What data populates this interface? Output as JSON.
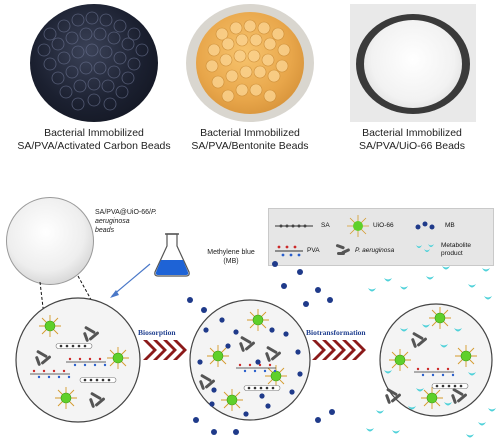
{
  "photos": [
    {
      "caption_line1": "Bacterial Immobilized",
      "caption_line2": "SA/PVA/Activated Carbon Beads",
      "color": "#1b2030"
    },
    {
      "caption_line1": "Bacterial Immobilized",
      "caption_line2": "SA/PVA/Bentonite Beads",
      "color": "#e8a64a"
    },
    {
      "caption_line1": "Bacterial Immobilized",
      "caption_line2": "SA/PVA/UiO-66 Beads",
      "color": "#f2f2f2"
    }
  ],
  "diagram": {
    "beads_label_prefix": "SA/PVA@UiO-66/",
    "beads_label_italic": "P. aeruginosa",
    "beads_label_suffix": "beads",
    "mb_label_line1": "Methylene blue",
    "mb_label_line2": "(MB)",
    "step1": "Biosorption",
    "step2": "Biotransformation"
  },
  "legend": {
    "sa": "SA",
    "uio": "UiO-66",
    "mb": "MB",
    "pva": "PVA",
    "pa": "P. aeruginosa",
    "metabolite_line1": "Metabolite",
    "metabolite_line2": "product"
  },
  "colors": {
    "mb_dot": "#1f3a8a",
    "metabolite": "#4fd1d9",
    "uio": "#5fd02a",
    "arrow": "#8b1a1a",
    "flask_liquid": "#1e63d6"
  }
}
